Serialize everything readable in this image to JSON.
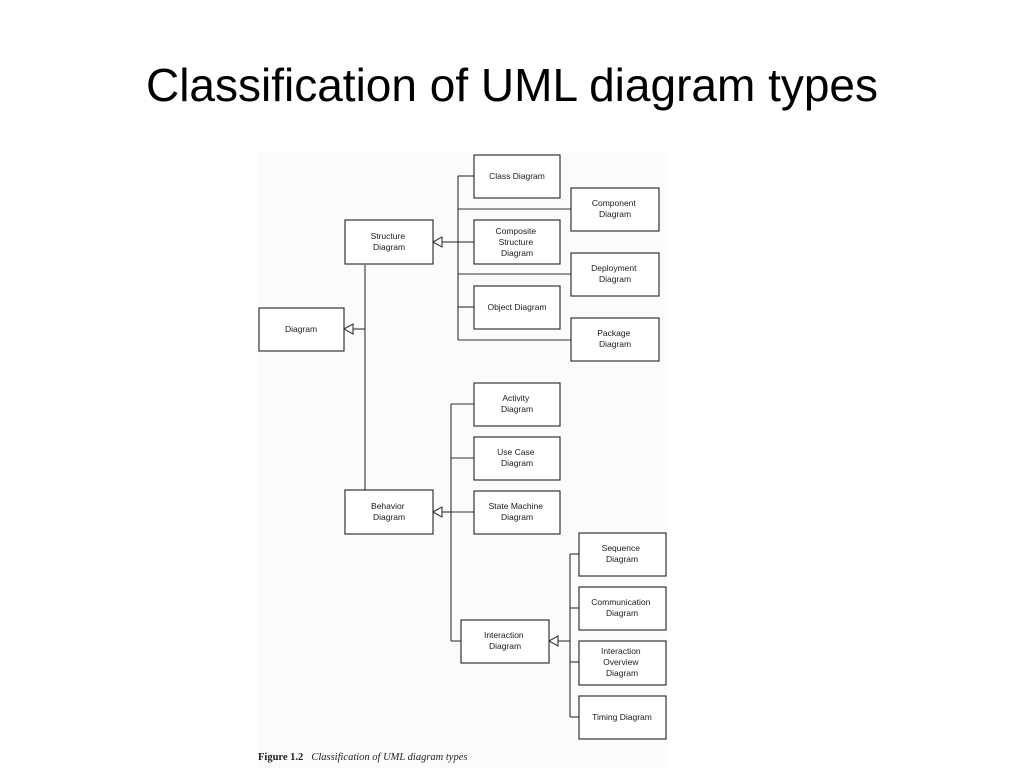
{
  "slide": {
    "title": "Classification of UML diagram types"
  },
  "diagram": {
    "nodes": {
      "diagram": [
        "Diagram"
      ],
      "structure": [
        "Structure",
        "Diagram"
      ],
      "behavior": [
        "Behavior",
        "Diagram"
      ],
      "class": [
        "Class Diagram"
      ],
      "component": [
        "Component",
        "Diagram"
      ],
      "composite": [
        "Composite",
        "Structure",
        "Diagram"
      ],
      "deployment": [
        "Deployment",
        "Diagram"
      ],
      "object": [
        "Object Diagram"
      ],
      "package": [
        "Package",
        "Diagram"
      ],
      "activity": [
        "Activity",
        "Diagram"
      ],
      "usecase": [
        "Use Case",
        "Diagram"
      ],
      "statemachine": [
        "State Machine",
        "Diagram"
      ],
      "interaction": [
        "Interaction",
        "Diagram"
      ],
      "sequence": [
        "Sequence",
        "Diagram"
      ],
      "communication": [
        "Communication",
        "Diagram"
      ],
      "overview": [
        "Interaction",
        "Overview",
        "Diagram"
      ],
      "timing": [
        "Timing Diagram"
      ]
    },
    "edges": [
      {
        "from": "structure",
        "to": "diagram"
      },
      {
        "from": "behavior",
        "to": "diagram"
      },
      {
        "from": "class",
        "to": "structure"
      },
      {
        "from": "component",
        "to": "structure"
      },
      {
        "from": "composite",
        "to": "structure"
      },
      {
        "from": "deployment",
        "to": "structure"
      },
      {
        "from": "object",
        "to": "structure"
      },
      {
        "from": "package",
        "to": "structure"
      },
      {
        "from": "activity",
        "to": "behavior"
      },
      {
        "from": "usecase",
        "to": "behavior"
      },
      {
        "from": "statemachine",
        "to": "behavior"
      },
      {
        "from": "interaction",
        "to": "behavior"
      },
      {
        "from": "sequence",
        "to": "interaction"
      },
      {
        "from": "communication",
        "to": "interaction"
      },
      {
        "from": "overview",
        "to": "interaction"
      },
      {
        "from": "timing",
        "to": "interaction"
      }
    ]
  },
  "caption": {
    "figure_label": "Figure 1.2",
    "text": "Classification of UML diagram types"
  }
}
